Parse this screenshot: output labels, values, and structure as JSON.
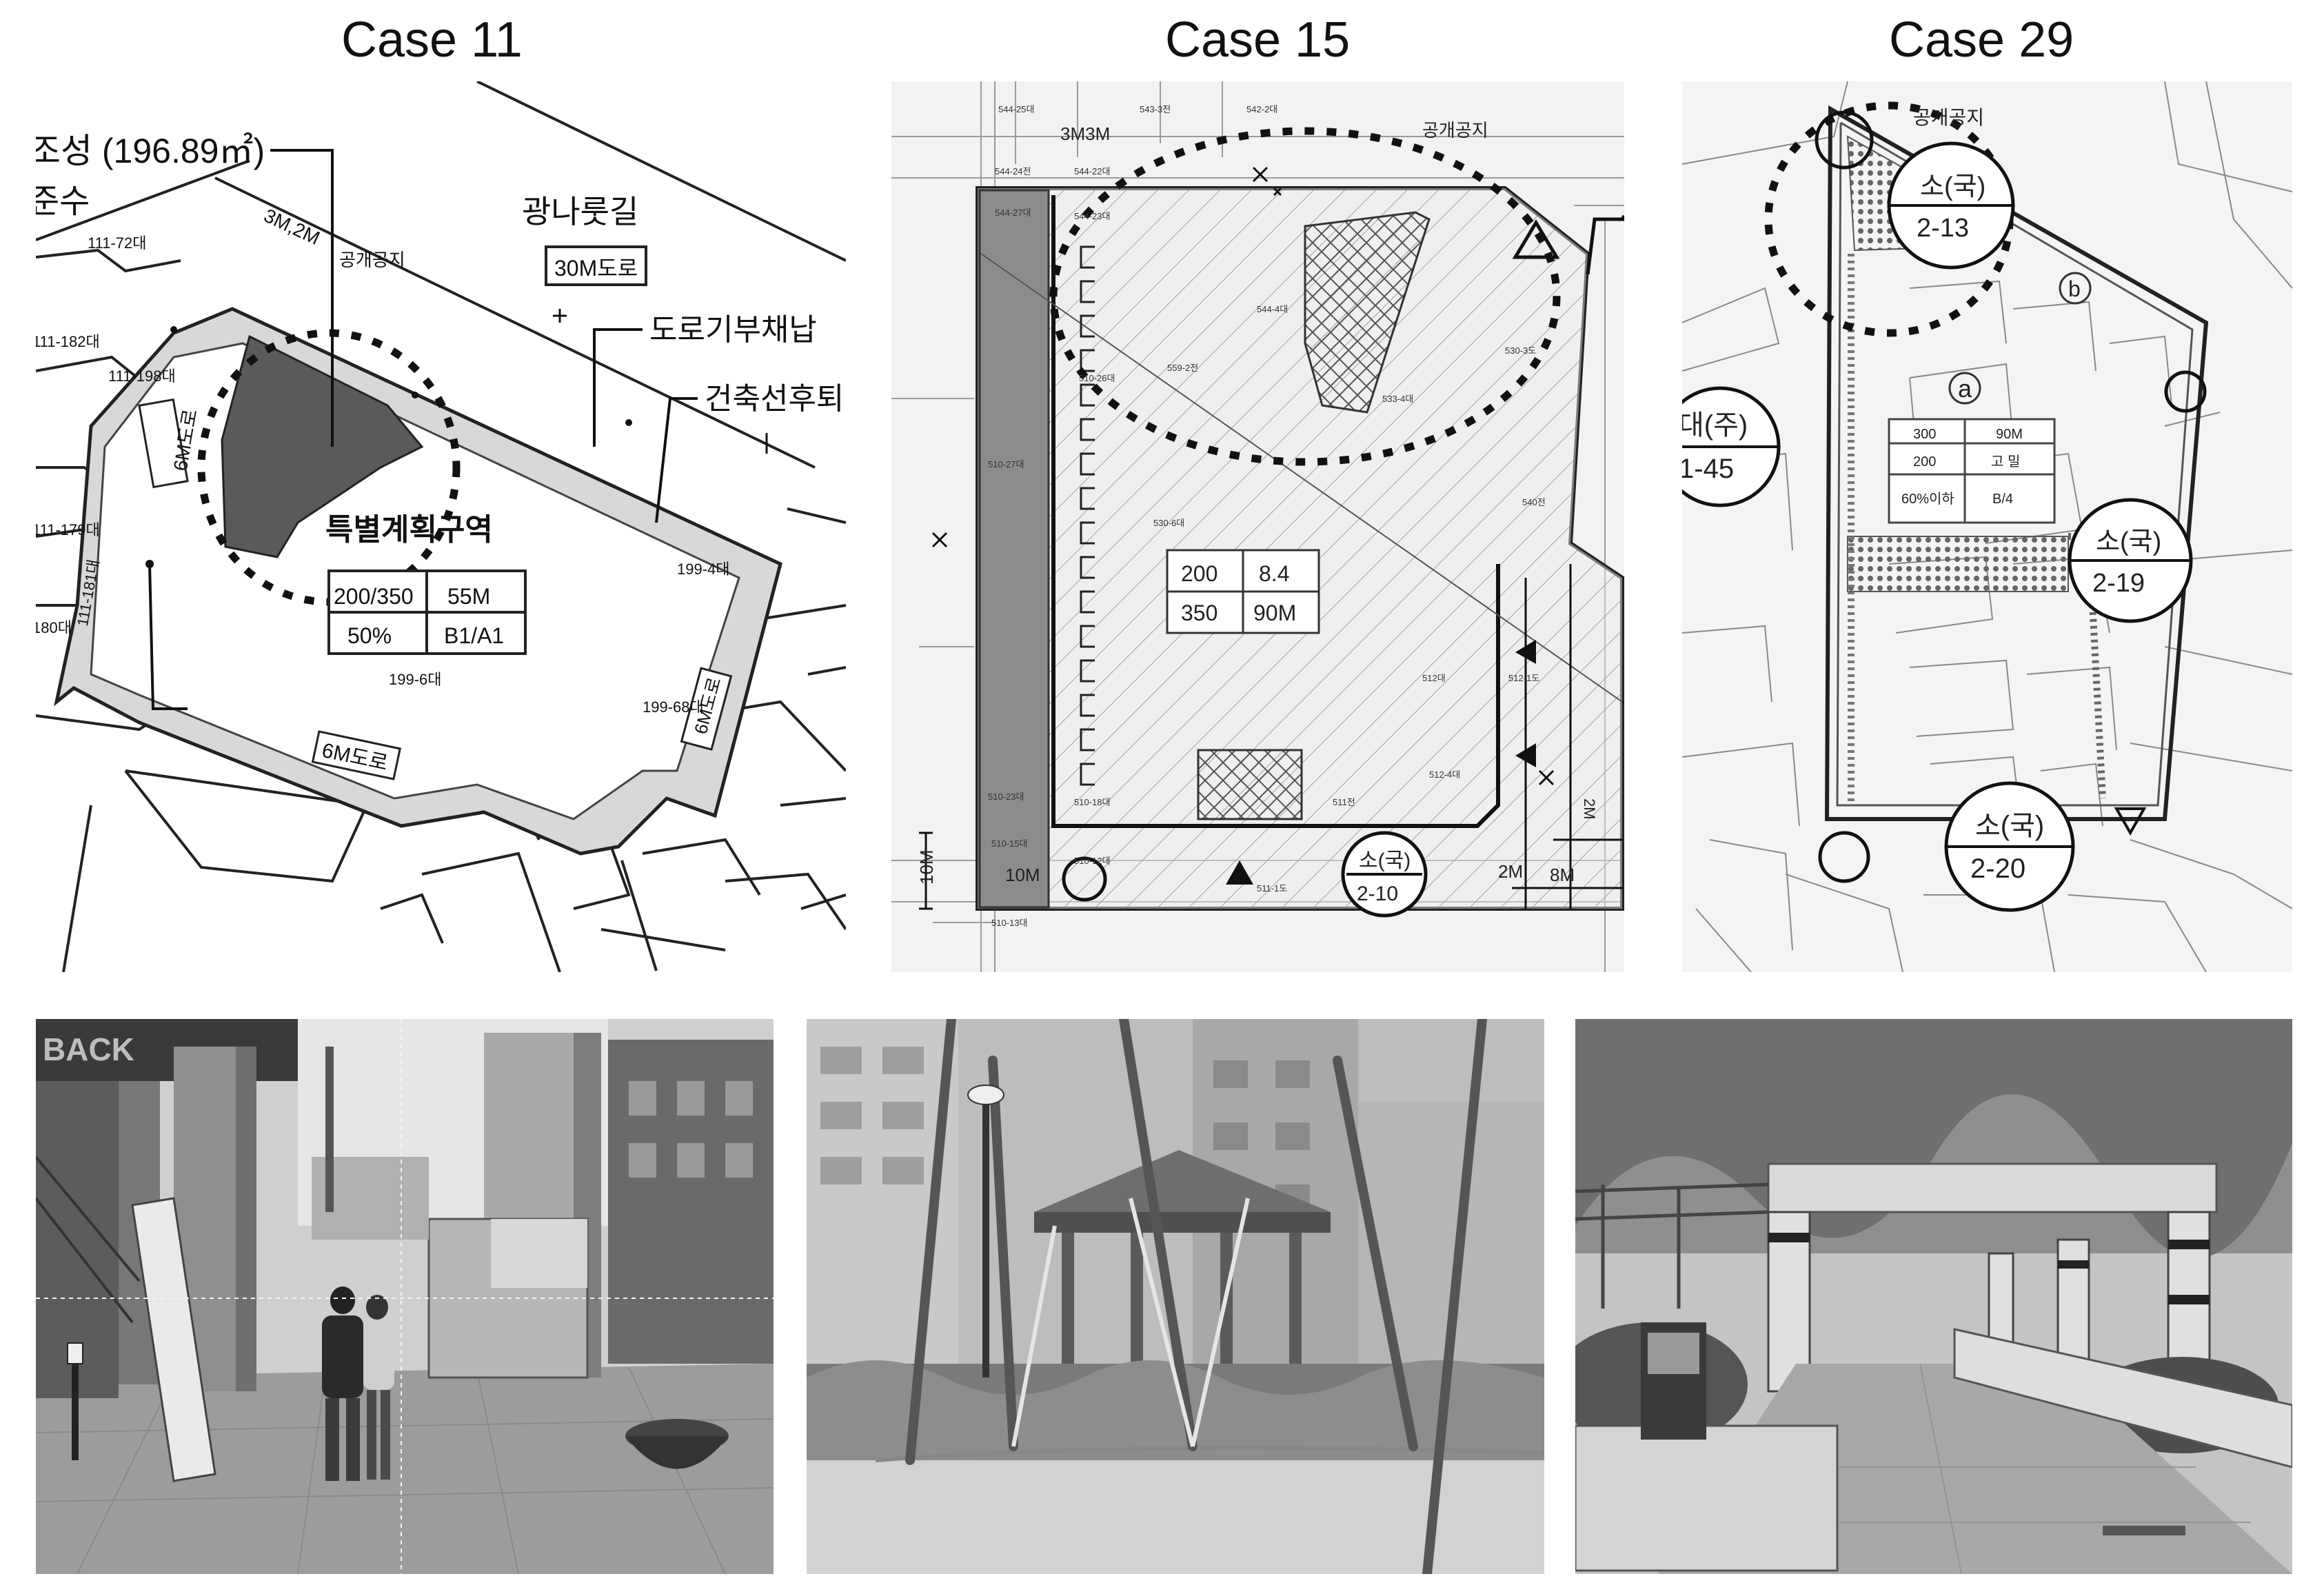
{
  "cases": [
    {
      "title": "Case 11",
      "map": {
        "area_label": "조성 (196.89㎡)",
        "preserve_label": "준수",
        "road_name": "광나룻길",
        "road_box": "30M도로",
        "public_space": "공개공지",
        "setback_dim": "3M,2M",
        "road_donation": "도로기부채납",
        "building_line": "건축선후퇴",
        "district": "특별계획구역",
        "table": [
          "200/350",
          "55M",
          "50%",
          "B1/A1"
        ],
        "parcel_main": "199-6대",
        "parcel_a": "199-4대",
        "parcel_b": "199-68대",
        "lot_labels": [
          "111-72대",
          "111-182대",
          "111-198대",
          "111-179대",
          "111-181대",
          "180대"
        ],
        "road_6m_left": "6M도로",
        "road_6m_bottom": "6M도로",
        "road_6m_right": "6M도로"
      }
    },
    {
      "title": "Case 15",
      "map": {
        "public_space": "공개공지",
        "dim_top": "3M3M",
        "dim_left": "10M",
        "dim_10m": "10M",
        "dim_2m": "2M",
        "dim_8m": "8M",
        "dim_2m_v": "2M",
        "table": [
          "200",
          "8.4",
          "350",
          "90M"
        ],
        "road_circle": [
          "소(국)",
          "2-10"
        ],
        "parcels": [
          "544-25대",
          "543-3전",
          "542-2대",
          "544-24전",
          "544-22대",
          "544-27대",
          "544-23대",
          "544-4대",
          "510-26대",
          "510-27대",
          "530-3도",
          "533-4대",
          "540전",
          "512대",
          "512-1도",
          "512-4대",
          "510-23대",
          "510-18대",
          "511-1도",
          "510-15대",
          "510-13대",
          "510-12대",
          "511전",
          "530-6대",
          "559-2전"
        ]
      }
    },
    {
      "title": "Case 29",
      "map": {
        "public_space": "공개공지",
        "circle_a": [
          "소(국)",
          "2-13"
        ],
        "circle_b": [
          "대(주)",
          "1-45"
        ],
        "circle_c": [
          "소(국)",
          "2-19"
        ],
        "circle_d": [
          "소(국)",
          "2-20"
        ],
        "mark_a": "a",
        "mark_b": "b",
        "table": [
          "300",
          "90M",
          "200",
          "고 밀",
          "60%이하",
          "B/4"
        ]
      }
    }
  ],
  "photos": [
    {
      "sign": "BACK"
    },
    {},
    {}
  ]
}
